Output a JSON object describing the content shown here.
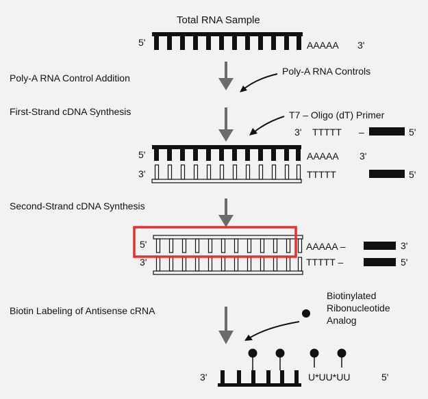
{
  "title": "Total RNA Sample",
  "steps": {
    "polya": "Poly-A RNA Control Addition",
    "first": "First-Strand cDNA Synthesis",
    "second": "Second-Strand cDNA Synthesis",
    "biotin": "Biotin Labeling of Antisense cRNA"
  },
  "annotations": {
    "polya_controls": "Poly-A RNA Controls",
    "t7_primer": "T7 – Oligo (dT) Primer",
    "biotin_line1": "Biotinylated",
    "biotin_line2": "Ribonucleotide",
    "biotin_line3": "Analog"
  },
  "labels": {
    "five_prime": "5'",
    "three_prime": "3'",
    "polyA": "AAAAA",
    "polyT": "TTTTT",
    "cRNA_seq": "U*UU*UU",
    "polyA_dash": "AAAAA –",
    "polyT_dash": "TTTTT –",
    "dash": "–"
  },
  "highlight_color": "#e8302a",
  "strand_color": "#111111",
  "arrow_color": "#6b6b6b"
}
